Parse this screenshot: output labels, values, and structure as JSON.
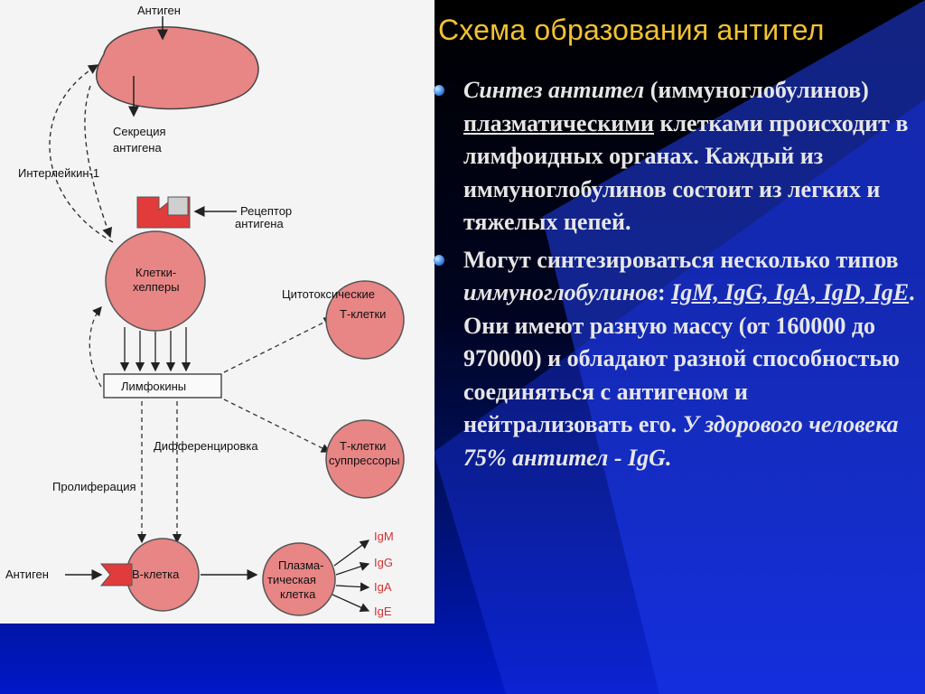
{
  "title": "Схема образования антител",
  "colors": {
    "background_dark": "#000000",
    "background_blue": "#0018c8",
    "title": "#f2c233",
    "text": "#e6e6e6",
    "cell_fill": "#e88585",
    "ig_label": "#d43030"
  },
  "bullets": [
    {
      "icon": "blue-sphere-bullet",
      "segments": [
        {
          "text": "Синтез антител",
          "style": "italic"
        },
        {
          "text": " (иммуноглобулинов) ",
          "style": "normal"
        },
        {
          "text": "плазматическими",
          "style": "underline"
        },
        {
          "text": " клетками происходит в лимфоидных органах. Каждый из иммуноглобулинов состоит из легких и тяжелых цепей.",
          "style": "normal"
        }
      ]
    },
    {
      "icon": "blue-sphere-bullet",
      "segments": [
        {
          "text": "Могут синтезироваться несколько типов ",
          "style": "normal"
        },
        {
          "text": "иммуноглобулинов",
          "style": "italic"
        },
        {
          "text": ": ",
          "style": "normal"
        },
        {
          "text": "IgM, IgG, IgA, IgD, IgE",
          "style": "italic-underline"
        },
        {
          "text": ". Они имеют разную массу (от 160000 до 970000) и обладают разной способностью соединяться с антигеном и нейтрализовать его. ",
          "style": "normal"
        },
        {
          "text": "У здорового человека 75% антител - IgG.",
          "style": "italic"
        }
      ]
    }
  ],
  "diagram": {
    "antigen_top": "Антиген",
    "secretion": [
      "Секреция",
      "антигена"
    ],
    "interleukin": "Интерлейкин-1",
    "receptor": [
      "Рецептор",
      "антигена"
    ],
    "helpers": [
      "Клетки-",
      "хелперы"
    ],
    "cytotoxic_label": "Цитотоксические",
    "cytotoxic_cell": "Т-клетки",
    "lymphokines": "Лимфокины",
    "differentiation": "Дифференцировка",
    "suppressors": [
      "Т-клетки",
      "суппрессоры"
    ],
    "proliferation": "Пролиферация",
    "antigen_bottom": "Антиген",
    "b_cell": "В-клетка",
    "plasma_cell": [
      "Плазма-",
      "тическая",
      "клетка"
    ],
    "immunoglobulins": [
      "IgM",
      "IgG",
      "IgA",
      "IgE"
    ]
  }
}
